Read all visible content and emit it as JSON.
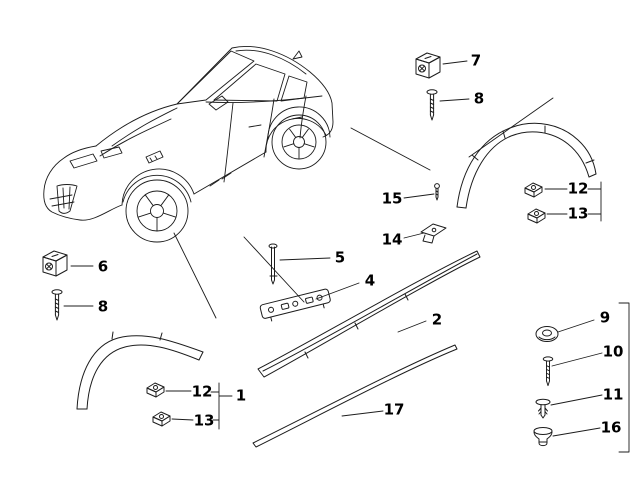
{
  "diagram": {
    "callouts": {
      "c1": "1",
      "c2": "2",
      "c4": "4",
      "c5": "5",
      "c6": "6",
      "c7": "7",
      "c8_left": "8",
      "c8_right": "8",
      "c9": "9",
      "c10": "10",
      "c11": "11",
      "c12_left": "12",
      "c12_right": "12",
      "c13_left": "13",
      "c13_right": "13",
      "c14": "14",
      "c15": "15",
      "c16": "16",
      "c17": "17"
    },
    "colors": {
      "line": "#1c1c1c",
      "background": "#ffffff",
      "label_text": "#000000"
    }
  }
}
